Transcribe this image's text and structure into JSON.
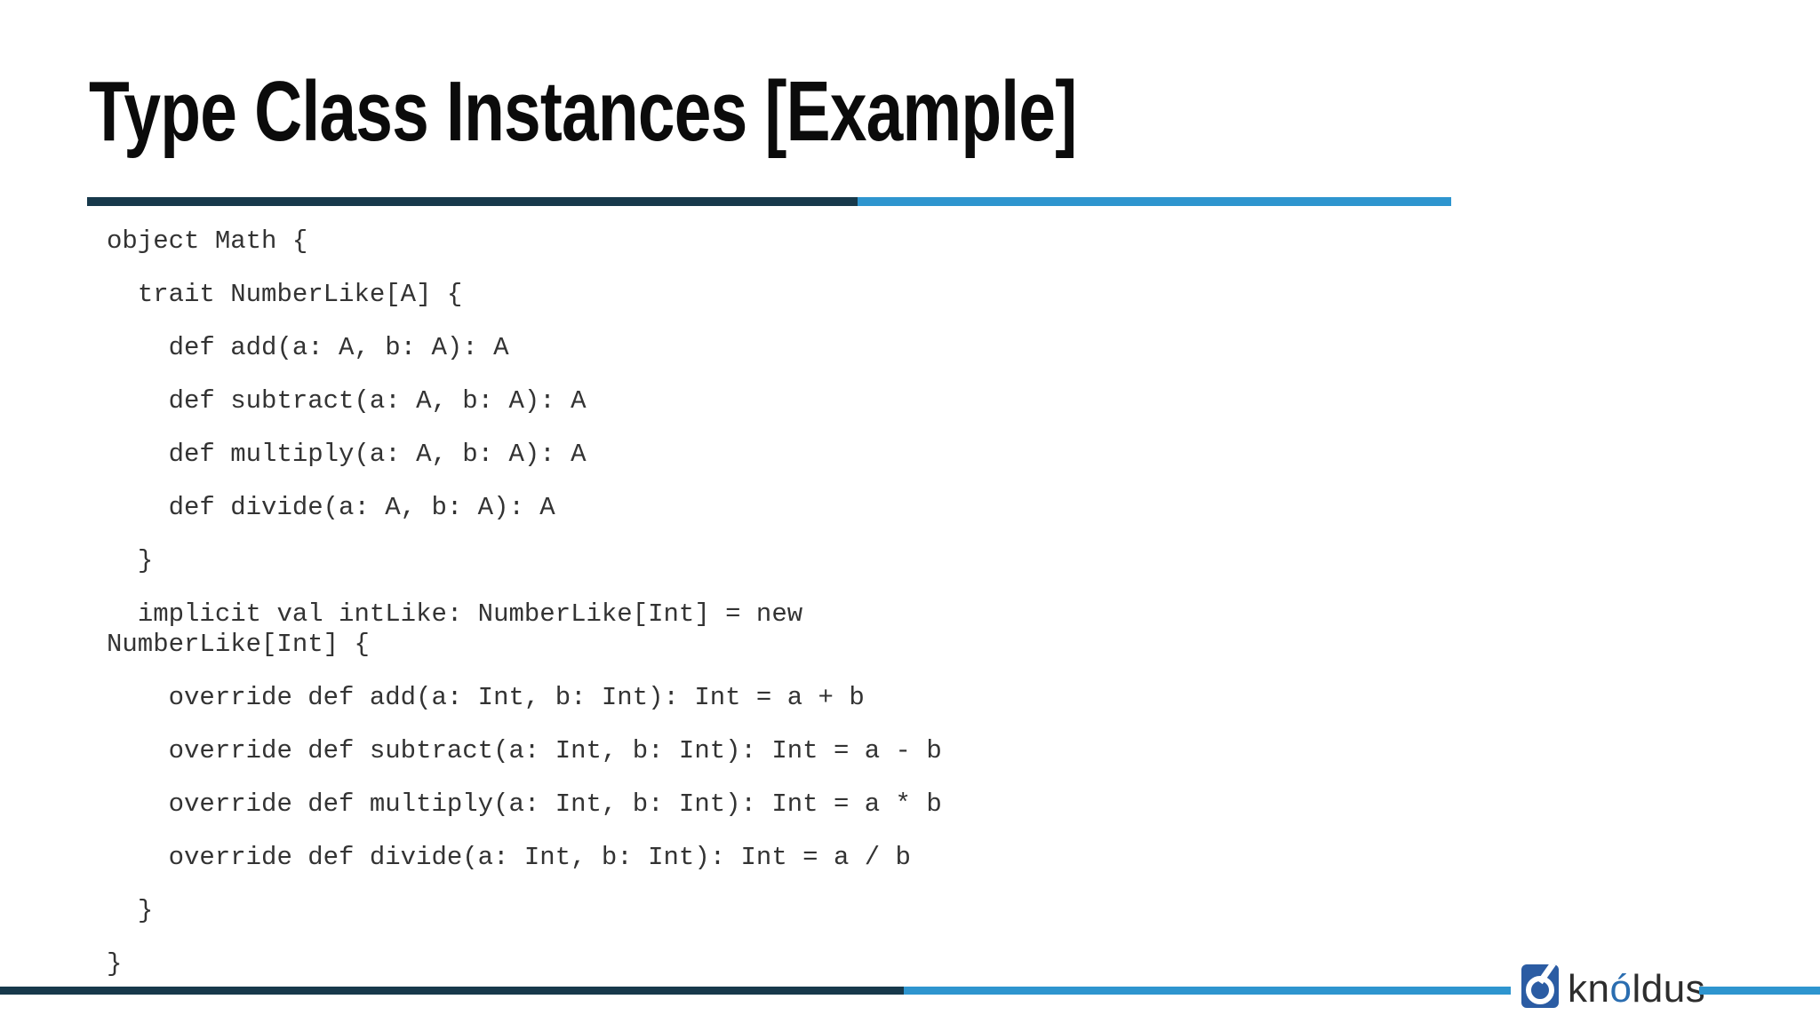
{
  "slide": {
    "title": "Type Class Instances [Example]",
    "code": {
      "language": "scala",
      "lines": [
        "object Math {",
        "  trait NumberLike[A] {",
        "    def add(a: A, b: A): A",
        "    def subtract(a: A, b: A): A",
        "    def multiply(a: A, b: A): A",
        "    def divide(a: A, b: A): A",
        "  }",
        "  implicit val intLike: NumberLike[Int] = new NumberLike[Int] {",
        "    override def add(a: Int, b: Int): Int = a + b",
        "    override def subtract(a: Int, b: Int): Int = a - b",
        "    override def multiply(a: Int, b: Int): Int = a * b",
        "    override def divide(a: Int, b: Int): Int = a / b",
        "  }",
        "}"
      ]
    },
    "footer": {
      "logo": {
        "prefix": "kn",
        "accent": "ó",
        "suffix": "ldus",
        "icon": "knoldus-o-mark"
      }
    },
    "colors": {
      "title_text": "#0b0b0b",
      "code_text": "#333333",
      "divider_dark": "#17394b",
      "divider_blue": "#2e95cf",
      "logo_square": "#2b5ca3",
      "logo_text": "#2d2d2d",
      "logo_accent": "#2a6db0"
    }
  }
}
